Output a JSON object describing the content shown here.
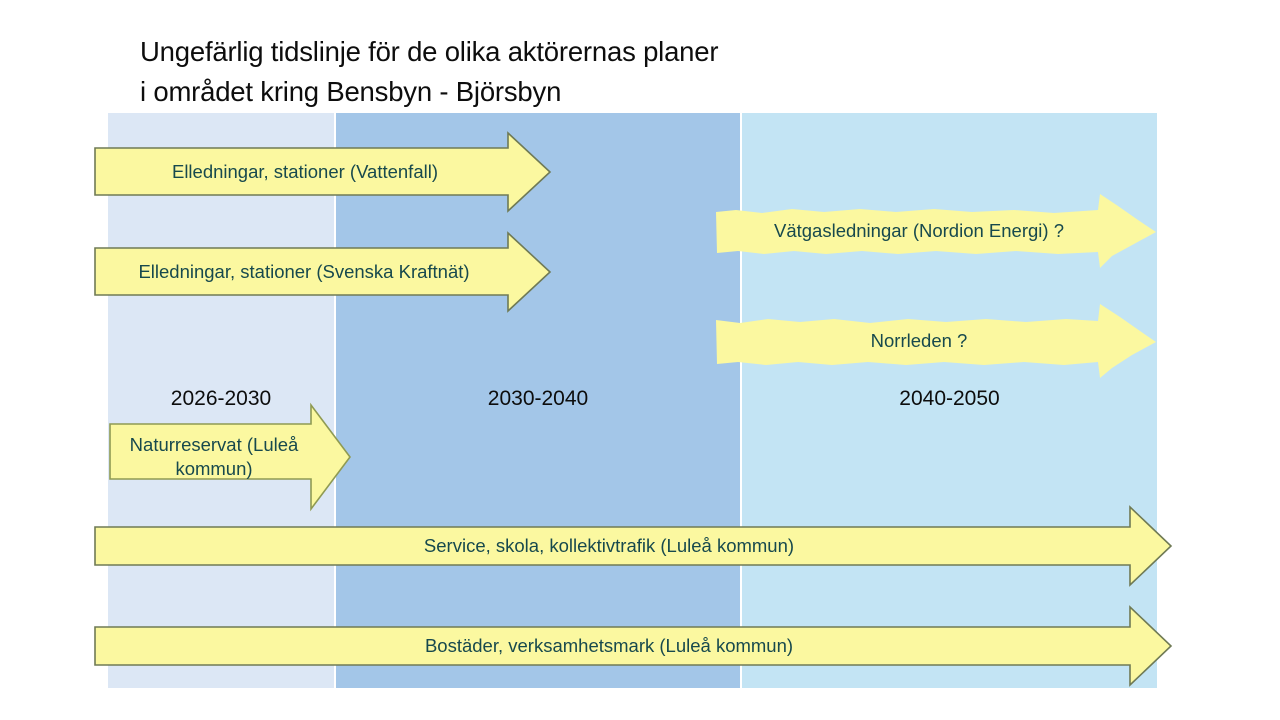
{
  "title": "Ungefärlig tidslinje för de olika aktörernas planer\ni området kring Bensbyn - Björsbyn",
  "colors": {
    "band_1": "#dce7f5",
    "band_2": "#a3c6e8",
    "band_3": "#c3e4f4",
    "arrow_fill": "#fbf8a0",
    "arrow_outline": "#7f8b4a",
    "arrow_text": "#17494d",
    "title_text": "#0d0d0d"
  },
  "periods": [
    {
      "label": "2026-2030"
    },
    {
      "label": "2030-2040"
    },
    {
      "label": "2040-2050"
    }
  ],
  "arrows": [
    {
      "label": "Elledningar, stationer (Vattenfall)",
      "style": "outlined"
    },
    {
      "label": "Elledningar, stationer (Svenska Kraftnät)",
      "style": "outlined"
    },
    {
      "label": "Vätgasledningar (Nordion Energi) ?",
      "style": "sketch"
    },
    {
      "label": "Norrleden ?",
      "style": "sketch"
    },
    {
      "label_line_1": "Naturreservat (Luleå",
      "label_line_2": "kommun)",
      "style": "outlined"
    },
    {
      "label": "Service, skola, kollektivtrafik (Luleå kommun)",
      "style": "outlined"
    },
    {
      "label": "Bostäder, verksamhetsmark (Luleå kommun)",
      "style": "outlined"
    }
  ]
}
